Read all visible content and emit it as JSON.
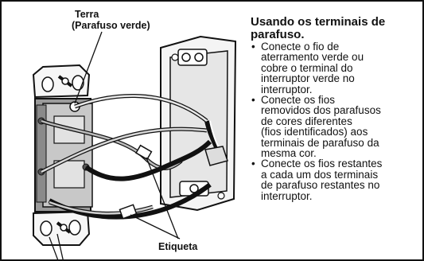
{
  "labels": {
    "ground_line1": "Terra",
    "ground_line2": "(Parafuso verde)",
    "tag": "Etiqueta"
  },
  "instructions": {
    "title_line1": "Usando os terminais de",
    "title_line2": "parafuso.",
    "bullets": [
      {
        "lines": [
          "Conecte o fio de",
          "aterramento verde ou",
          "cobre o terminal do",
          "interruptor verde no",
          "interruptor."
        ]
      },
      {
        "lines": [
          "Conecte os fios",
          "removidos dos parafusos",
          "de cores diferentes",
          "(fios identificados) aos",
          "terminais de parafuso da",
          "mesma cor."
        ]
      },
      {
        "lines": [
          "Conecte  os fios restantes",
          "a cada um dos terminais",
          "de parafuso restantes no",
          "interruptor."
        ]
      }
    ]
  }
}
